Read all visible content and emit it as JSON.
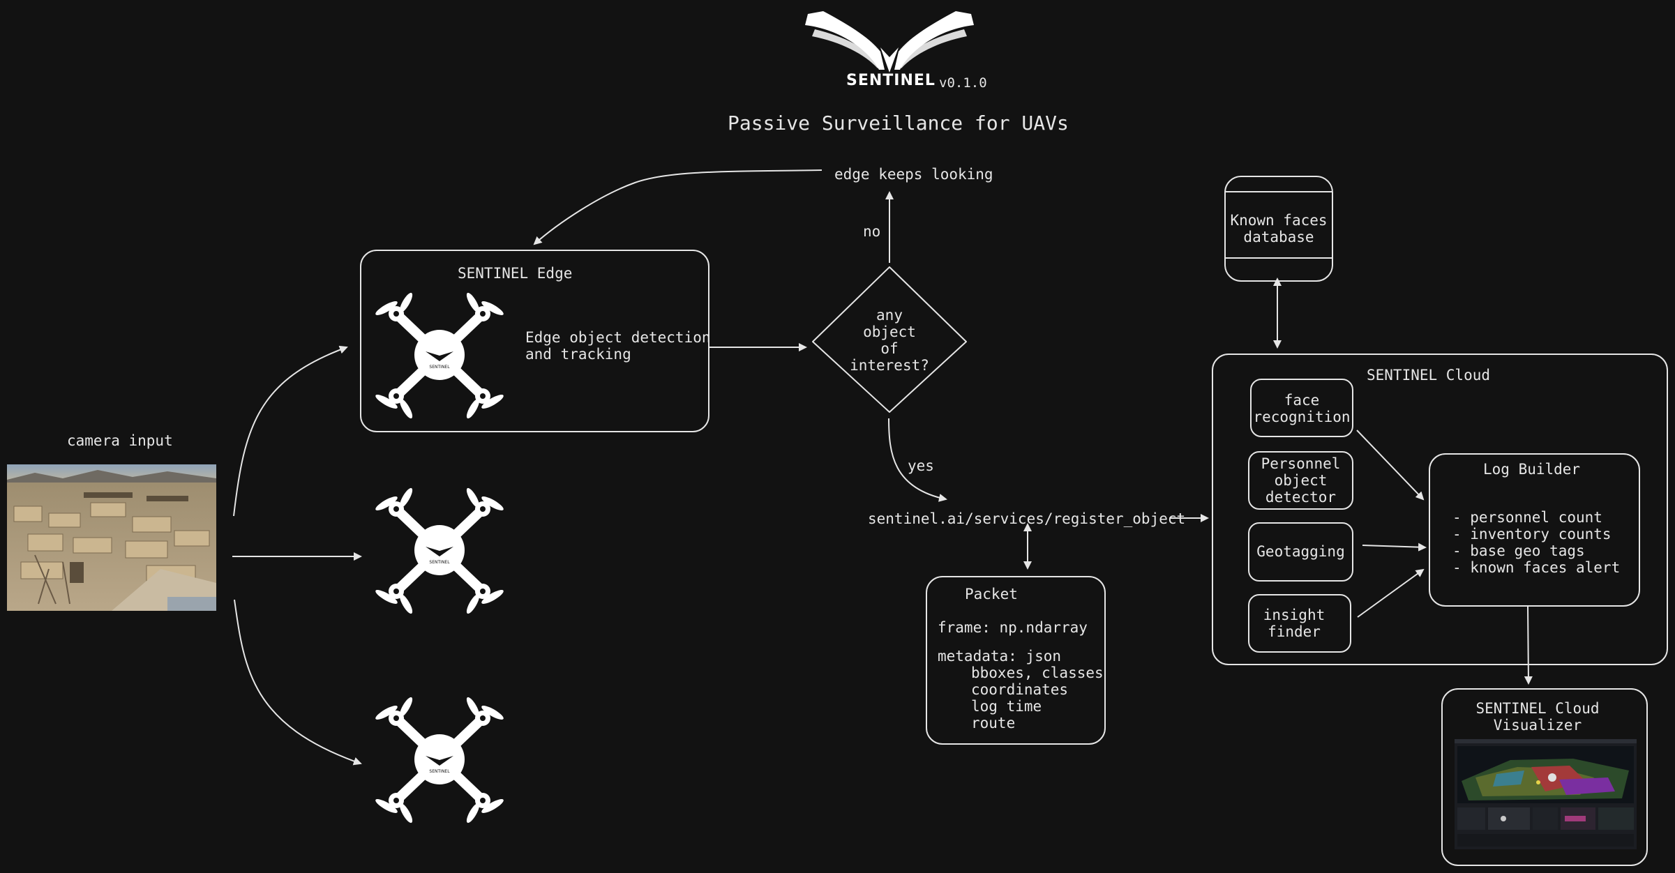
{
  "header": {
    "brand": "SENTINEL",
    "version": "v0.1.0",
    "subtitle": "Passive Surveillance for UAVs"
  },
  "input": {
    "label": "camera input"
  },
  "edge": {
    "title": "SENTINEL Edge",
    "description": "Edge object detection\nand tracking",
    "drone_badge": "SENTINEL"
  },
  "decision": {
    "question": "any\nobject\nof\ninterest?",
    "no_label": "no",
    "yes_label": "yes",
    "loop_label": "edge keeps looking"
  },
  "endpoint": {
    "url": "sentinel.ai/services/register_object"
  },
  "packet": {
    "title": "Packet",
    "frame": "frame: np.ndarray",
    "metadata_header": "metadata: json",
    "metadata_fields": [
      "bboxes, classes",
      "coordinates",
      "log time",
      "route"
    ]
  },
  "database": {
    "label": "Known faces\ndatabase"
  },
  "cloud": {
    "title": "SENTINEL Cloud",
    "modules": [
      "face\nrecognition",
      "Personnel\nobject\ndetector",
      "Geotagging",
      "insight\nfinder"
    ],
    "log_builder": {
      "title": "Log Builder",
      "items": [
        "- personnel count",
        "- inventory counts",
        "- base geo tags",
        "- known faces alert"
      ]
    }
  },
  "visualizer": {
    "title": "SENTINEL Cloud\nVisualizer"
  },
  "colors": {
    "background": "#121212",
    "stroke": "#e6e6e6"
  }
}
